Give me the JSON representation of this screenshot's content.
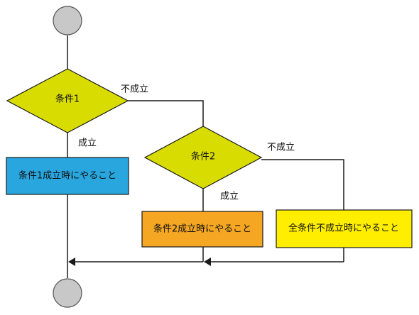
{
  "nodes": {
    "start": {
      "shape": "circle",
      "fill": "#c8c8c8"
    },
    "cond1": {
      "shape": "diamond",
      "label": "条件1",
      "fill": "#d8dc00"
    },
    "cond2": {
      "shape": "diamond",
      "label": "条件2",
      "fill": "#d8dc00"
    },
    "action1": {
      "shape": "rect",
      "label": "条件1成立時にやること",
      "fill": "#2aa6df"
    },
    "action2": {
      "shape": "rect",
      "label": "条件2成立時にやること",
      "fill": "#f5a623"
    },
    "action3": {
      "shape": "rect",
      "label": "全条件不成立時にやること",
      "fill": "#ffee00"
    },
    "end": {
      "shape": "circle",
      "fill": "#c8c8c8"
    }
  },
  "edges": {
    "cond1_yes": {
      "from": "cond1",
      "to": "action1",
      "label": "成立"
    },
    "cond1_no": {
      "from": "cond1",
      "to": "cond2",
      "label": "不成立"
    },
    "cond2_yes": {
      "from": "cond2",
      "to": "action2",
      "label": "成立"
    },
    "cond2_no": {
      "from": "cond2",
      "to": "action3",
      "label": "不成立"
    }
  }
}
